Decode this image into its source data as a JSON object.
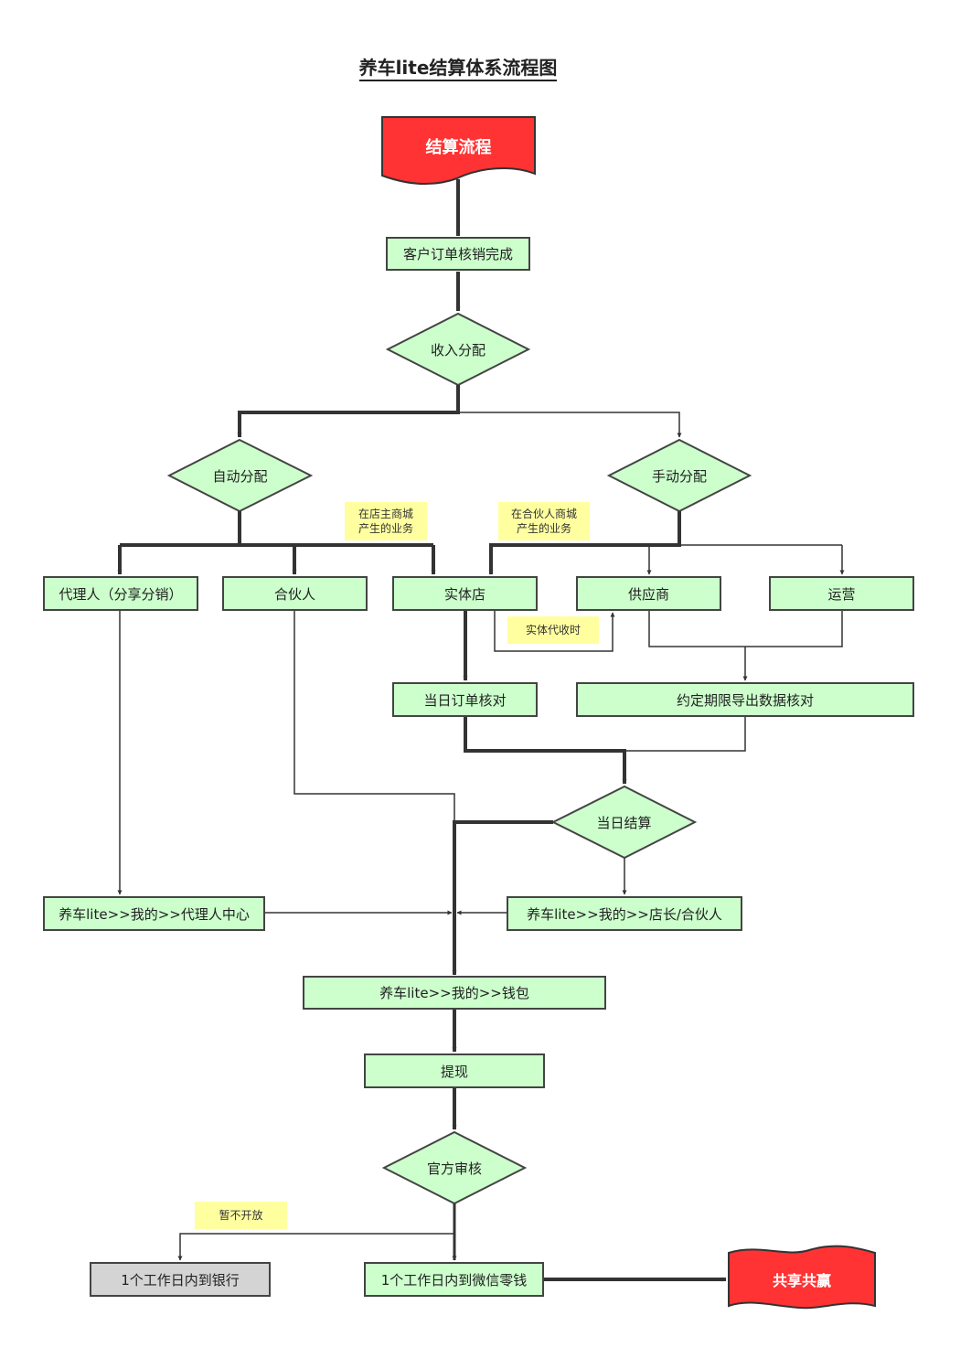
{
  "title": "养车lite结算体系流程图",
  "colors": {
    "node_fill": "#ccffcc",
    "start_end_fill": "#ff3333",
    "note_fill": "#ffffa0",
    "line": "#333333",
    "disabled_fill": "#d4d4d4"
  },
  "nodes": {
    "start": "结算流程",
    "order_done": "客户订单核销完成",
    "income_split": "收入分配",
    "auto_split": "自动分配",
    "manual_split": "手动分配",
    "agent": "代理人（分享分销）",
    "partner": "合伙人",
    "store": "实体店",
    "supplier": "供应商",
    "operation": "运营",
    "daily_check": "当日订单核对",
    "period_export": "约定期限导出数据核对",
    "daily_settle": "当日结算",
    "agent_center": "养车lite>>我的>>代理人中心",
    "manager_partner": "养车lite>>我的>>店长/合伙人",
    "wallet": "养车lite>>我的>>钱包",
    "withdraw": "提现",
    "official_review": "官方审核",
    "to_bank": "1个工作日内到银行",
    "to_wechat": "1个工作日内到微信零钱",
    "end": "共享共赢"
  },
  "notes": {
    "store_mall": [
      "在店主商城",
      "产生的业务"
    ],
    "partner_mall": [
      "在合伙人商城",
      "产生的业务"
    ],
    "store_collect": "实体代收时",
    "not_open": "暂不开放"
  }
}
